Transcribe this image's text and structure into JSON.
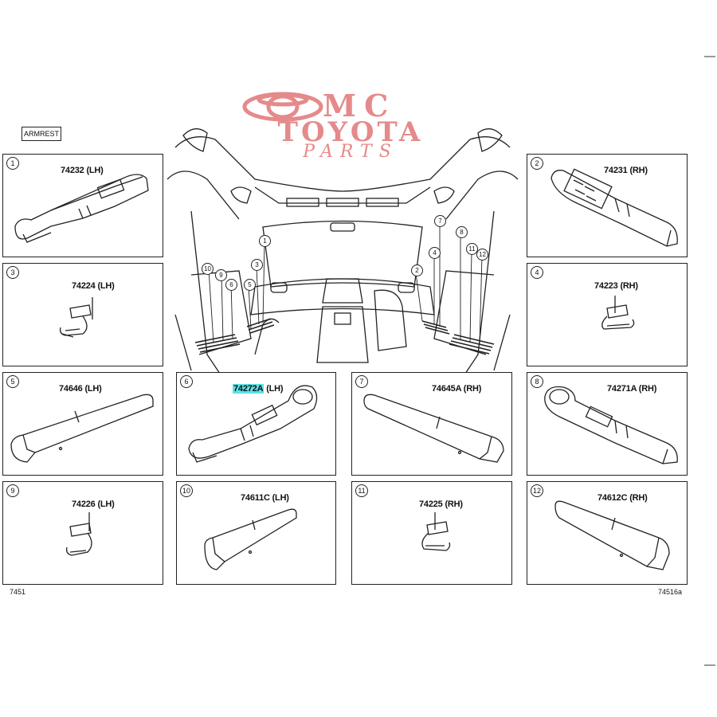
{
  "header": {
    "section_label": "ARMREST"
  },
  "watermark": {
    "mc": "MC",
    "brand": "TOYOTA",
    "sub": "PARTS",
    "color": "#e58a8a"
  },
  "footer": {
    "left_code": "7451",
    "right_code": "74516a"
  },
  "highlight_color": "#5ce1e6",
  "panels": [
    {
      "num": "1",
      "part": "74232 (LH)"
    },
    {
      "num": "2",
      "part": "74231 (RH)"
    },
    {
      "num": "3",
      "part": "74224 (LH)"
    },
    {
      "num": "4",
      "part": "74223 (RH)"
    },
    {
      "num": "5",
      "part": "74646 (LH)"
    },
    {
      "num": "6",
      "part": "74272A",
      "part_suffix": " (LH)"
    },
    {
      "num": "7",
      "part": "74645A (RH)"
    },
    {
      "num": "8",
      "part": "74271A (RH)"
    },
    {
      "num": "9",
      "part": "74226 (LH)"
    },
    {
      "num": "10",
      "part": "74611C (LH)"
    },
    {
      "num": "11",
      "part": "74225 (RH)"
    },
    {
      "num": "12",
      "part": "74612C (RH)"
    }
  ],
  "callouts": [
    "1",
    "2",
    "3",
    "4",
    "5",
    "6",
    "7",
    "8",
    "9",
    "10",
    "11",
    "12"
  ]
}
